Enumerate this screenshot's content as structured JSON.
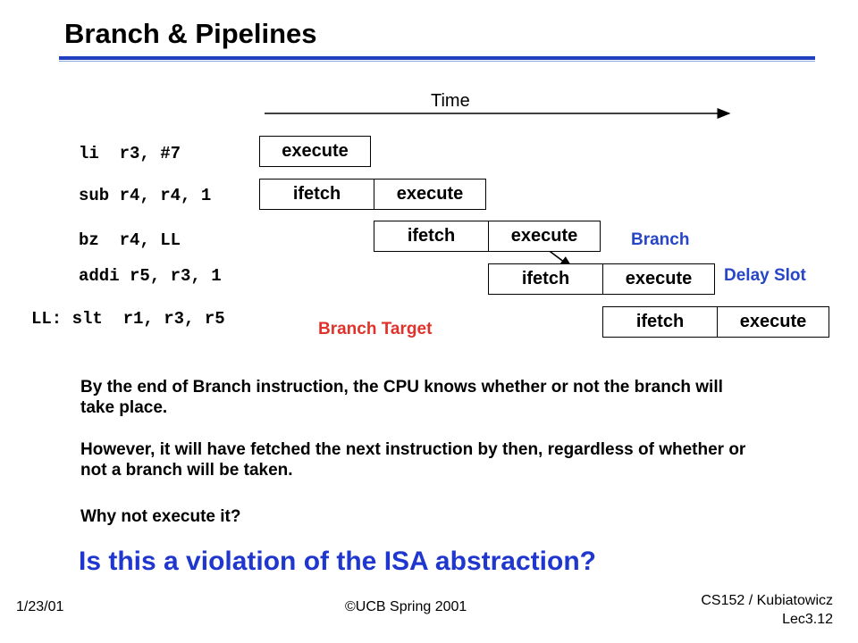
{
  "slide": {
    "title": "Branch & Pipelines",
    "time_label": "Time",
    "instructions": [
      "li  r3, #7",
      "sub r4, r4, 1",
      "bz  r4, LL",
      "addi r5, r3, 1",
      "LL: slt  r1, r3, r5"
    ],
    "stages": {
      "fetch": "ifetch",
      "exec": "execute"
    },
    "labels": {
      "branch": "Branch",
      "delay_slot": "Delay Slot",
      "branch_target": "Branch Target"
    },
    "paragraphs": [
      "By the end of Branch instruction, the CPU knows whether or not the branch will take place.",
      "However, it will have fetched the next instruction by then, regardless of whether or not a branch will be taken.",
      "Why not execute it?"
    ],
    "question": "Is this a violation of the ISA abstraction?",
    "footer": {
      "date": "1/23/01",
      "copyright": "©UCB Spring 2001",
      "course": "CS152 / Kubiatowicz",
      "lecture": "Lec3.12"
    },
    "colors": {
      "rule": "#1f3fbf",
      "red": "#e0322a",
      "blue": "#2746c7",
      "question": "#1f36cf"
    }
  }
}
